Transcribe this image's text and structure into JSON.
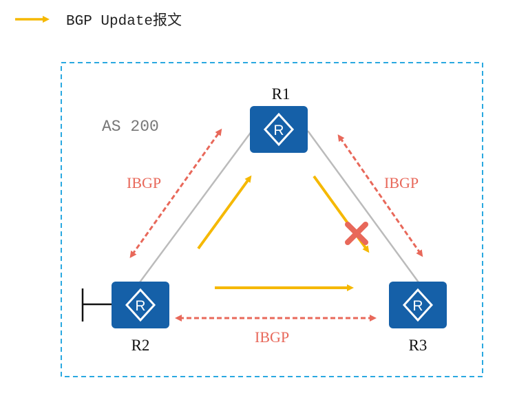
{
  "legend": {
    "label": "BGP Update报文"
  },
  "as_label": "AS 200",
  "routers": {
    "r1": {
      "name": "R1",
      "symbol": "R"
    },
    "r2": {
      "name": "R2",
      "symbol": "R"
    },
    "r3": {
      "name": "R3",
      "symbol": "R"
    }
  },
  "ibgp": {
    "r1_r2": "IBGP",
    "r1_r3": "IBGP",
    "r2_r3": "IBGP"
  },
  "colors": {
    "router": "#1560a8",
    "update_arrow": "#f5b800",
    "ibgp": "#e8685a",
    "link": "#bbbbbb",
    "as_border": "#29a8e0",
    "blocked": "#e8685a"
  }
}
